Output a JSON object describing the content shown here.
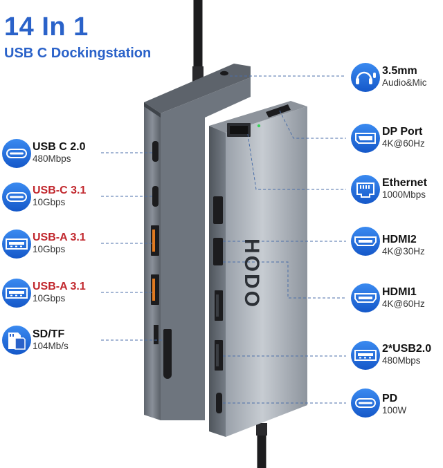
{
  "title": "14 In 1",
  "subtitle": "USB C Dockingstation",
  "brand": "HODO",
  "colors": {
    "accent": "#2a62c9",
    "highlight": "#c1272d",
    "device": "#6f7680"
  },
  "ports_left": [
    {
      "icon": "usb-c-icon",
      "name": "USB C 2.0",
      "spec": "480Mbps",
      "highlight": false
    },
    {
      "icon": "usb-c-icon",
      "name": "USB-C 3.1",
      "spec": "10Gbps",
      "highlight": true
    },
    {
      "icon": "usb-a-icon",
      "name": "USB-A 3.1",
      "spec": "10Gbps",
      "highlight": true
    },
    {
      "icon": "usb-a-icon",
      "name": "USB-A 3.1",
      "spec": "10Gbps",
      "highlight": true
    },
    {
      "icon": "sd-card-icon",
      "name": "SD/TF",
      "spec": "104Mb/s",
      "highlight": false
    }
  ],
  "ports_right": [
    {
      "icon": "headset-mic-icon",
      "name": "3.5mm",
      "spec": "Audio&Mic"
    },
    {
      "icon": "displayport-icon",
      "name": "DP Port",
      "spec": "4K@60Hz"
    },
    {
      "icon": "ethernet-icon",
      "name": "Ethernet",
      "spec": "1000Mbps"
    },
    {
      "icon": "hdmi-icon",
      "name": "HDMI2",
      "spec": "4K@30Hz"
    },
    {
      "icon": "hdmi-icon",
      "name": "HDMI1",
      "spec": "4K@60Hz"
    },
    {
      "icon": "usb-a-icon",
      "name": "2*USB2.0",
      "spec": "480Mbps"
    },
    {
      "icon": "usb-c-icon",
      "name": "PD",
      "spec": "100W"
    }
  ]
}
